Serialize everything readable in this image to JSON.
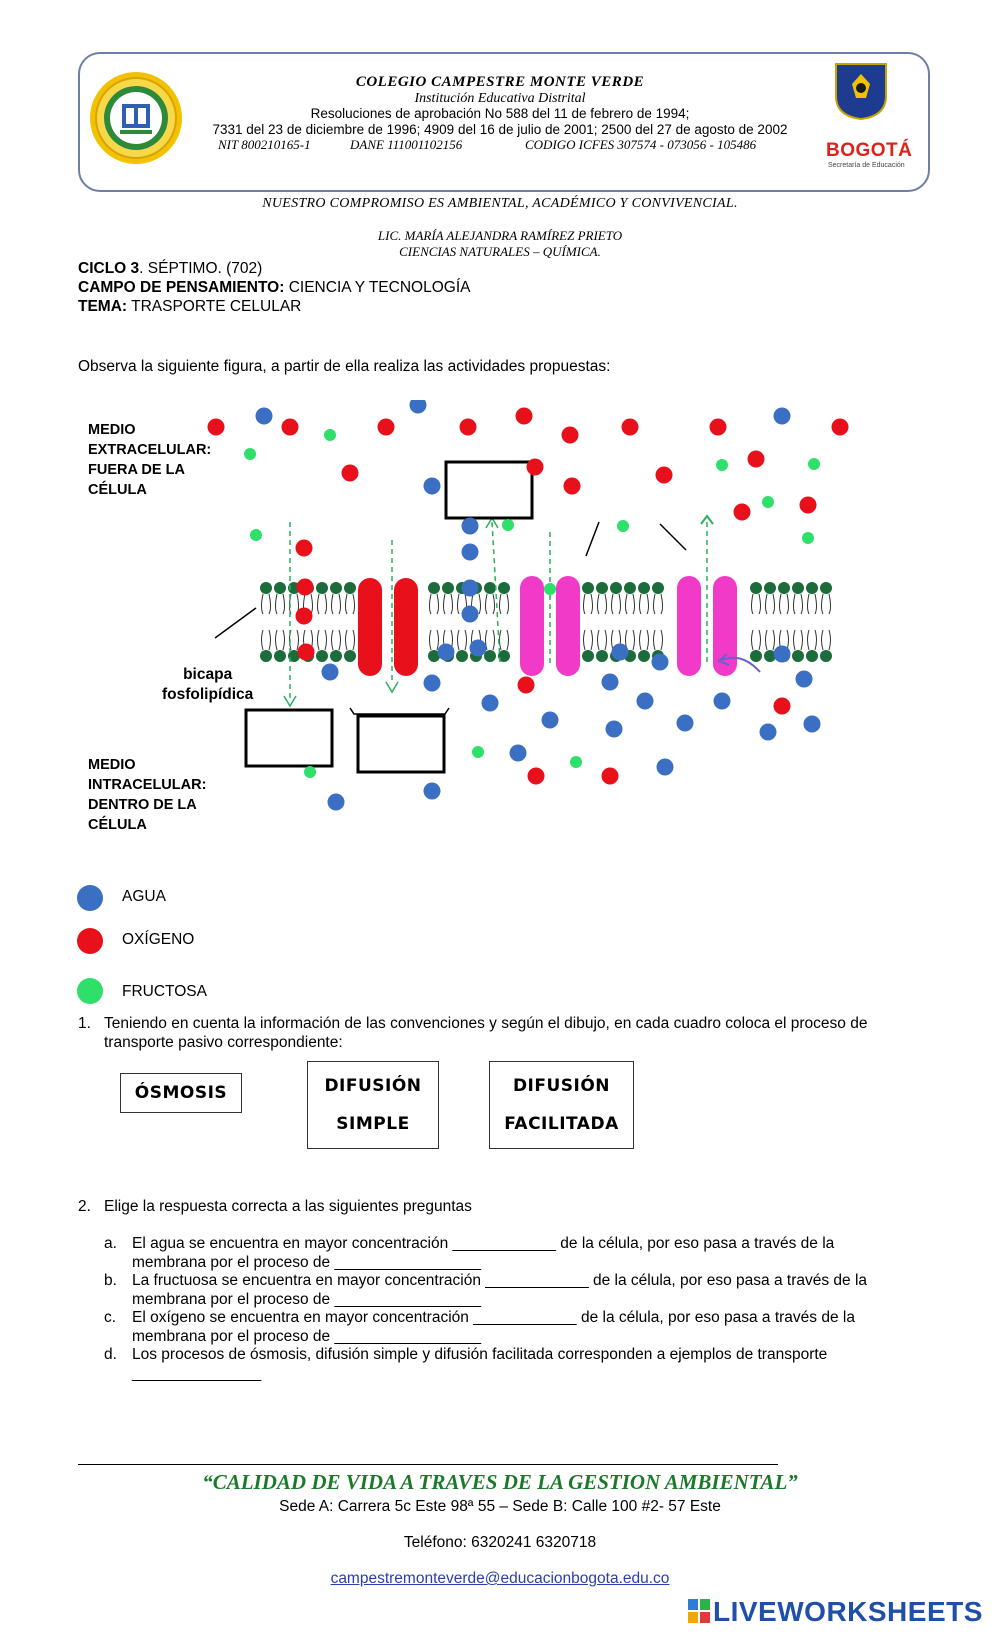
{
  "header": {
    "school": "COLEGIO CAMPESTRE MONTE VERDE",
    "institution": "Institución Educativa Distrital",
    "resolutions": "Resoluciones de aprobación No 588 del 11 de febrero de 1994;",
    "dates": "7331 del 23 de diciembre de 1996; 4909 del 16 de julio de 2001; 2500 del 27 de agosto de 2002",
    "nit": "NIT 800210165-1",
    "dane": "DANE 111001102156",
    "icfes": "CODIGO ICFES 307574 - 073056 - 105486",
    "bogota_logo": "BOGOTÁ",
    "bogota_sub": "Secretaría de Educación"
  },
  "motto": "NUESTRO COMPROMISO ES AMBIENTAL, ACADÉMICO Y CONVIVENCIAL.",
  "teacher": "LIC. MARÍA ALEJANDRA RAMÍREZ PRIETO",
  "subject": "CIENCIAS NATURALES – QUÍMICA.",
  "meta": {
    "ciclo_label": "CICLO 3",
    "ciclo_value": ". SÉPTIMO. (702)",
    "campo_label": "CAMPO DE PENSAMIENTO:",
    "campo_value": " CIENCIA Y TECNOLOGÍA",
    "tema_label": "TEMA:",
    "tema_value": " TRASPORTE CELULAR"
  },
  "instruction": "Observa la siguiente figura, a partir de ella realiza las actividades propuestas:",
  "diagram": {
    "extracellular": [
      "MEDIO",
      "EXTRACELULAR:",
      "FUERA DE LA",
      "CÉLULA"
    ],
    "intracellular": [
      "MEDIO",
      "INTRACELULAR:",
      "DENTRO DE LA",
      "CÉLULA"
    ],
    "bilayer": [
      "bicapa",
      "fosfolipídica"
    ]
  },
  "legend": [
    {
      "label": "AGUA",
      "color": "#3b6fc4"
    },
    {
      "label": "OXÍGENO",
      "color": "#e8101a"
    },
    {
      "label": "FRUCTOSA",
      "color": "#2ee06a"
    }
  ],
  "q1": {
    "number": "1.",
    "text": "Teniendo en cuenta la información de las convenciones y según el dibujo, en cada cuadro coloca el proceso de transporte pasivo correspondiente:",
    "options": {
      "osmosis": "ÓSMOSIS",
      "simple_1": "DIFUSIÓN",
      "simple_2": "SIMPLE",
      "facil_1": "DIFUSIÓN",
      "facil_2": "FACILITADA"
    }
  },
  "q2": {
    "number": "2.",
    "text": "Elige la respuesta correcta a las siguientes preguntas",
    "items": [
      {
        "letter": "a.",
        "line1": "El agua se encuentra en mayor concentración ____________ de la célula, por eso pasa a través de la",
        "line2": "membrana por el proceso de _________________"
      },
      {
        "letter": "b.",
        "line1": "La fructuosa se encuentra en mayor concentración ____________ de la célula, por eso pasa a través de la",
        "line2": "membrana por el proceso de _________________"
      },
      {
        "letter": "c.",
        "line1": "El oxígeno se encuentra en mayor concentración ____________ de la célula, por eso pasa a través de la",
        "line2": "membrana por el proceso de _________________"
      },
      {
        "letter": "d.",
        "line1": "Los procesos de ósmosis, difusión simple y difusión facilitada corresponden a ejemplos de transporte",
        "line2": "_______________"
      }
    ]
  },
  "footer": {
    "quote": "“CALIDAD DE VIDA A TRAVES DE LA GESTION AMBIENTAL”",
    "address": "Sede A: Carrera 5c Este 98ª 55 – Sede B: Calle 100 #2- 57 Este",
    "phone": "Teléfono: 6320241 6320718",
    "email": "campestremonteverde@educacionbogota.edu.co",
    "brand": "LIVEWORKSHEETS"
  }
}
